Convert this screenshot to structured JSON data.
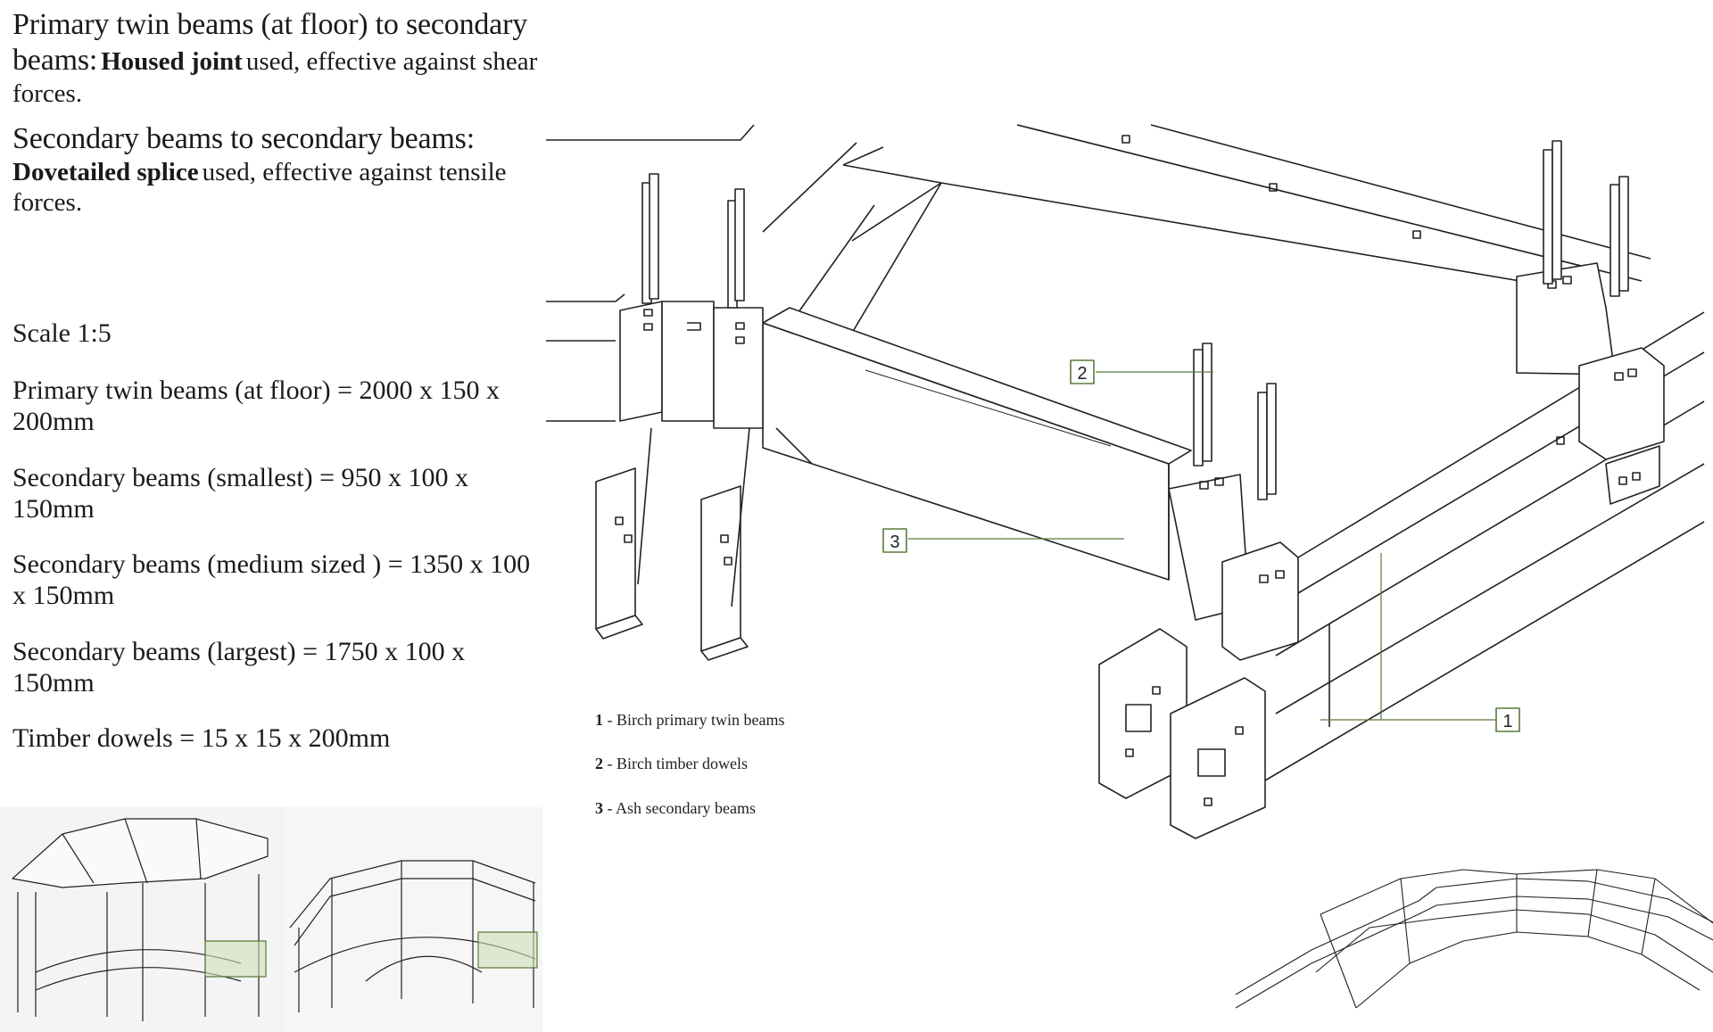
{
  "joint_notes": {
    "housed": {
      "heading": "Primary twin beams (at floor) to secondary beams:",
      "term": "Housed joint",
      "rest": "used, effective against shear forces."
    },
    "dovetail": {
      "heading": "Secondary beams to secondary beams:",
      "term": "Dovetailed splice",
      "rest": "used, effective against tensile forces."
    }
  },
  "specs": {
    "scale": "Scale 1:5",
    "primary": "Primary twin beams (at floor) = 2000 x 150 x 200mm",
    "secondary_small": "Secondary beams (smallest) = 950 x 100 x 150mm",
    "secondary_medium": "Secondary beams (medium sized ) = 1350 x 100 x 150mm",
    "secondary_large": "Secondary beams (largest) = 1750 x 100 x 150mm",
    "dowels": "Timber dowels = 15 x 15 x 200mm"
  },
  "legend": [
    {
      "num": "1",
      "text": "Birch primary twin beams"
    },
    {
      "num": "2",
      "text": "Birch timber dowels"
    },
    {
      "num": "3",
      "text": "Ash secondary beams"
    }
  ],
  "callouts": {
    "c1": "1",
    "c2": "2",
    "c3": "3"
  },
  "colors": {
    "callout": "#5a7a3a",
    "highlight": "#8bb06a",
    "line": "#222222"
  }
}
